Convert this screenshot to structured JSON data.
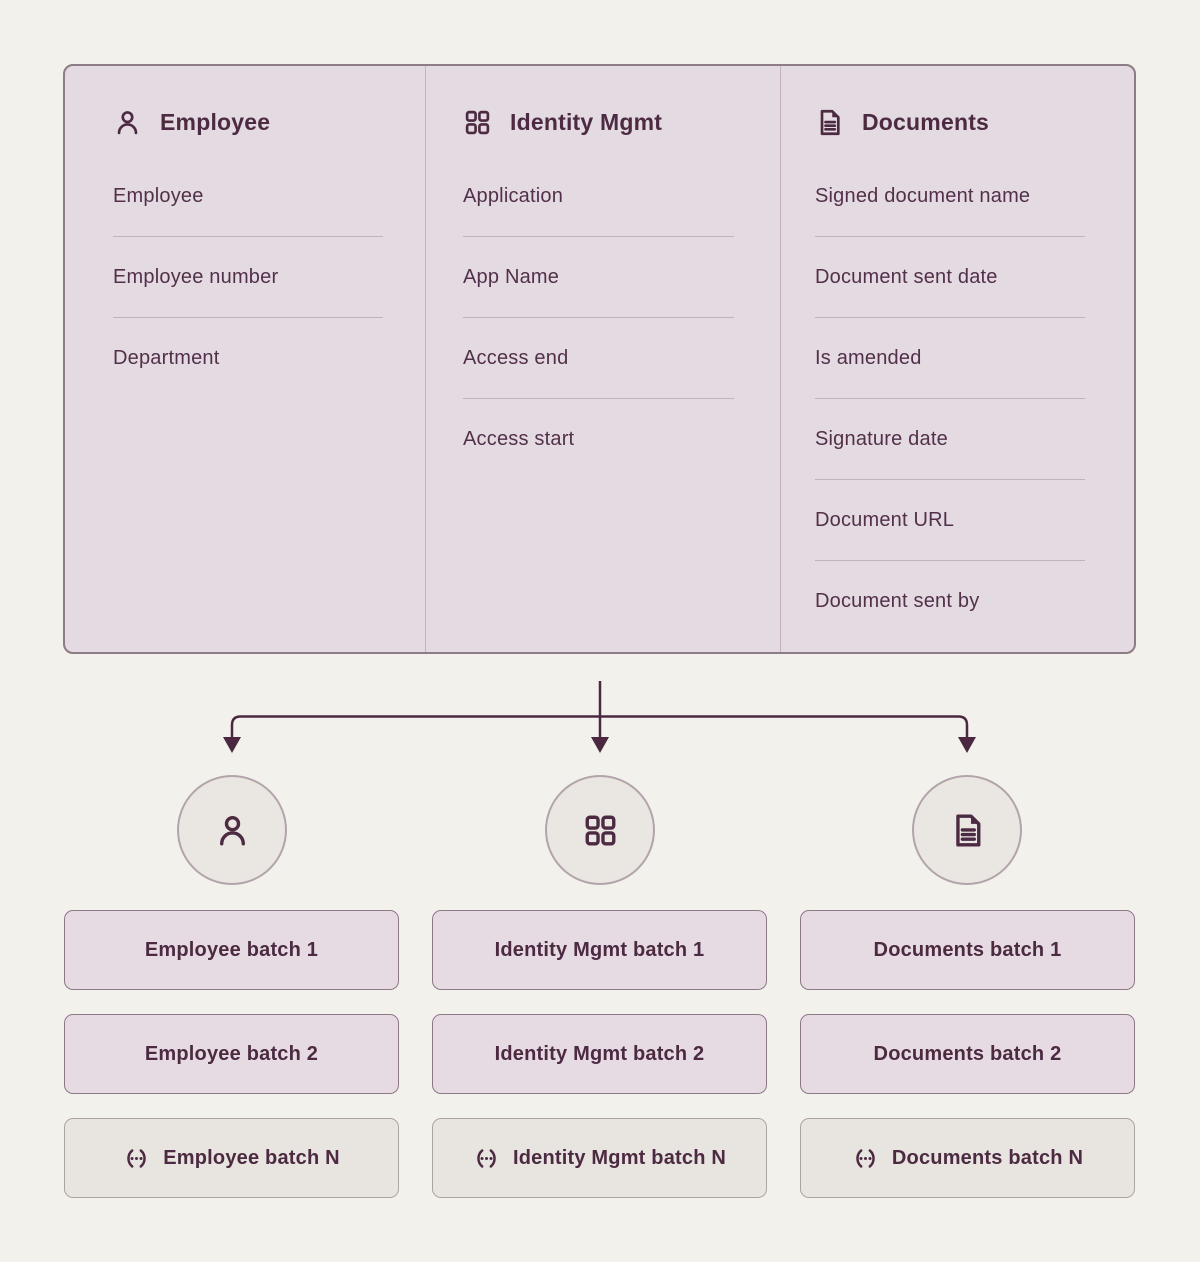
{
  "diagram": {
    "panel": {
      "entities": [
        {
          "title": "Employee",
          "icon": "person-icon",
          "fields": [
            "Employee",
            "Employee number",
            "Department"
          ]
        },
        {
          "title": "Identity Mgmt",
          "icon": "grid-icon",
          "fields": [
            "Application",
            "App Name",
            "Access end",
            "Access start"
          ]
        },
        {
          "title": "Documents",
          "icon": "document-icon",
          "fields": [
            "Signed document name",
            "Document sent date",
            "Is amended",
            "Signature date",
            "Document URL",
            "Document sent by"
          ]
        }
      ]
    },
    "nodes": [
      {
        "icon": "person-icon"
      },
      {
        "icon": "grid-icon"
      },
      {
        "icon": "document-icon"
      }
    ],
    "batches": [
      {
        "group": "employee",
        "items": [
          {
            "label": "Employee batch 1",
            "variant": "pink"
          },
          {
            "label": "Employee batch 2",
            "variant": "pink"
          },
          {
            "label": "Employee batch N",
            "variant": "grey",
            "icon": "ellipsis-circle-icon"
          }
        ]
      },
      {
        "group": "identity-mgmt",
        "items": [
          {
            "label": "Identity Mgmt batch 1",
            "variant": "pink"
          },
          {
            "label": "Identity Mgmt batch 2",
            "variant": "pink"
          },
          {
            "label": "Identity Mgmt batch N",
            "variant": "grey",
            "icon": "ellipsis-circle-icon"
          }
        ]
      },
      {
        "group": "documents",
        "items": [
          {
            "label": "Documents batch 1",
            "variant": "pink"
          },
          {
            "label": "Documents batch 2",
            "variant": "pink"
          },
          {
            "label": "Documents batch N",
            "variant": "grey",
            "icon": "ellipsis-circle-icon"
          }
        ]
      }
    ],
    "colors": {
      "page_bg": "#F3F1EB",
      "panel_bg": "#E4DAE1",
      "panel_border": "#8D7B86",
      "column_divider": "#C4B3BD",
      "field_divider": "#C2B2BC",
      "text": "#4C2B42",
      "arrow": "#4A2840",
      "circle_bg": "#EAE6E1",
      "circle_border": "#B2A4AB",
      "batch_pink_bg": "#E6DBE3",
      "batch_pink_border": "#8D7886",
      "batch_grey_bg": "#E8E4DF",
      "batch_grey_border": "#ACA49B"
    }
  }
}
